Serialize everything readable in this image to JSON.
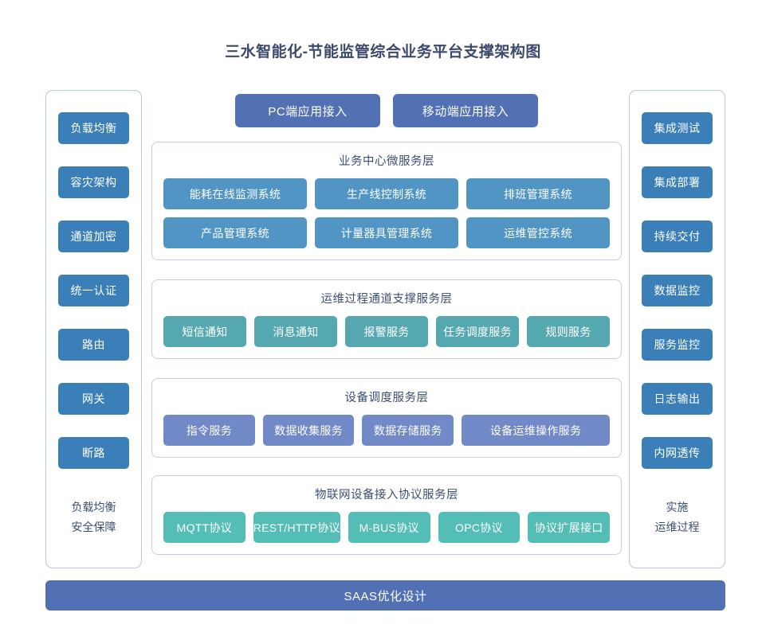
{
  "title": "三水智能化-节能监管综合业务平台支撑架构图",
  "colors": {
    "side_button": "#3b7fb8",
    "access_button": "#5271b5",
    "business_cell": "#5195c4",
    "ops_cell": "#56a8b0",
    "device_cell": "#7289c7",
    "iot_cell": "#54bdb5",
    "saas_bar": "#5271b5",
    "panel_border": "#c3cee4",
    "text_dark": "#3d4f73"
  },
  "left_column": {
    "buttons": [
      {
        "label": "负载均衡"
      },
      {
        "label": "容灾架构"
      },
      {
        "label": "通道加密"
      },
      {
        "label": "统一认证"
      },
      {
        "label": "路由"
      },
      {
        "label": "网关"
      },
      {
        "label": "断路"
      }
    ],
    "footer": [
      "负载均衡",
      "安全保障"
    ]
  },
  "right_column": {
    "buttons": [
      {
        "label": "集成测试"
      },
      {
        "label": "集成部署"
      },
      {
        "label": "持续交付"
      },
      {
        "label": "数据监控"
      },
      {
        "label": "服务监控"
      },
      {
        "label": "日志输出"
      },
      {
        "label": "内网透传"
      }
    ],
    "footer": [
      "实施",
      "运维过程"
    ]
  },
  "access": {
    "buttons": [
      {
        "label": "PC端应用接入"
      },
      {
        "label": "移动端应用接入"
      }
    ]
  },
  "layers": [
    {
      "id": "business",
      "title": "业务中心微服务层",
      "rows": [
        [
          {
            "label": "能耗在线监测系统"
          },
          {
            "label": "生产线控制系统"
          },
          {
            "label": "排班管理系统"
          }
        ],
        [
          {
            "label": "产品管理系统"
          },
          {
            "label": "计量器具管理系统"
          },
          {
            "label": "运维管控系统"
          }
        ]
      ]
    },
    {
      "id": "ops",
      "title": "运维过程通道支撑服务层",
      "rows": [
        [
          {
            "label": "短信通知"
          },
          {
            "label": "消息通知"
          },
          {
            "label": "报警服务"
          },
          {
            "label": "任务调度服务"
          },
          {
            "label": "规则服务"
          }
        ]
      ]
    },
    {
      "id": "device",
      "title": "设备调度服务层",
      "rows": [
        [
          {
            "label": "指令服务"
          },
          {
            "label": "数据收集服务"
          },
          {
            "label": "数据存储服务"
          },
          {
            "label": "设备运维操作服务"
          }
        ]
      ]
    },
    {
      "id": "iot",
      "title": "物联网设备接入协议服务层",
      "rows": [
        [
          {
            "label": "MQTT协议"
          },
          {
            "label": "REST/HTTP协议"
          },
          {
            "label": "M-BUS协议"
          },
          {
            "label": "OPC协议"
          },
          {
            "label": "协议扩展接口"
          }
        ]
      ]
    }
  ],
  "saas": {
    "label": "SAAS优化设计"
  }
}
